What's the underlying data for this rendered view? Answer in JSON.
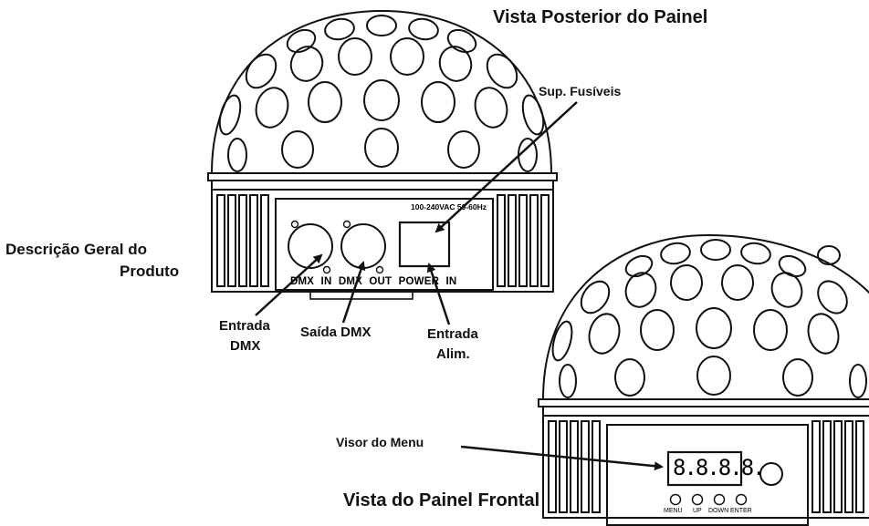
{
  "titles": {
    "rear_view": "Vista Posterior do Painel",
    "front_view": "Vista do Painel Frontal",
    "overview_line1": "Descrição Geral do",
    "overview_line2": "Produto"
  },
  "callouts": {
    "fuse": "Sup. Fusíveis",
    "dmx_in_line1": "Entrada",
    "dmx_in_line2": "DMX",
    "dmx_out": "Saída DMX",
    "power_in_line1": "Entrada",
    "power_in_line2": "Alim.",
    "menu_display": "Visor do Menu"
  },
  "rear_panel": {
    "voltage_rating": "100-240VAC 50-60Hz",
    "connector_labels": "DMX IN DMX OUT POWER IN"
  },
  "front_panel": {
    "display_digits": "8.8.8.8.",
    "buttons": [
      "MENU",
      "UP",
      "DOWN",
      "ENTER"
    ]
  }
}
